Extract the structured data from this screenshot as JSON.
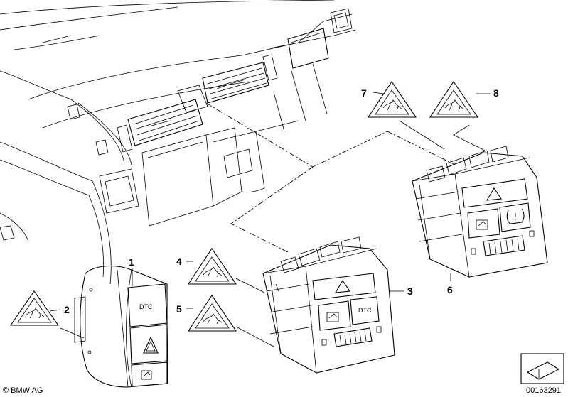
{
  "callouts": [
    {
      "id": "1",
      "label": "1"
    },
    {
      "id": "2",
      "label": "2"
    },
    {
      "id": "3",
      "label": "3"
    },
    {
      "id": "4",
      "label": "4"
    },
    {
      "id": "5",
      "label": "5"
    },
    {
      "id": "6",
      "label": "6"
    },
    {
      "id": "7",
      "label": "7"
    },
    {
      "id": "8",
      "label": "8"
    }
  ],
  "button_labels": {
    "dtc_small": "DTC",
    "dtc_panel": "DTC"
  },
  "footer": {
    "copyright": "© BMW AG",
    "part_number": "00163291"
  },
  "icons": [
    "warning-triangle-icon",
    "hazard-triangle-icon",
    "tire-pressure-icon",
    "door-lock-icon",
    "dashboard-view-icon"
  ]
}
